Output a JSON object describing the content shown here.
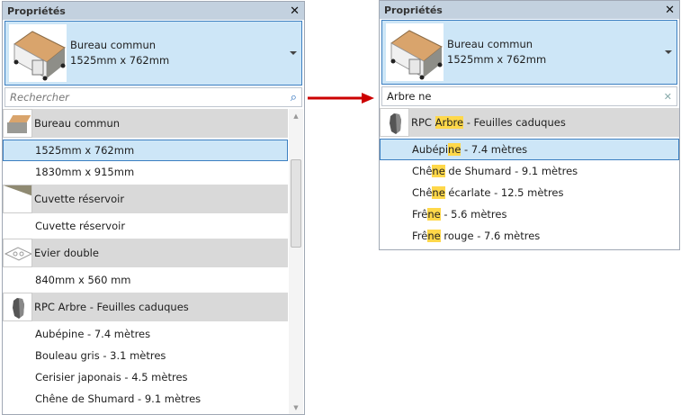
{
  "left": {
    "title": "Propriétés",
    "preview": {
      "name": "Bureau commun",
      "size": "1525mm x 762mm"
    },
    "search": {
      "placeholder": "Rechercher",
      "value": ""
    },
    "rows": [
      {
        "type": "group",
        "label": "Bureau commun",
        "icon": "desk"
      },
      {
        "type": "item",
        "label": "1525mm x 762mm",
        "selected": true
      },
      {
        "type": "item",
        "label": "1830mm x 915mm"
      },
      {
        "type": "group",
        "label": "Cuvette réservoir",
        "icon": "toilet"
      },
      {
        "type": "item",
        "label": "Cuvette réservoir"
      },
      {
        "type": "group",
        "label": "Evier double",
        "icon": "sink"
      },
      {
        "type": "item",
        "label": "840mm x 560 mm"
      },
      {
        "type": "group",
        "label": "RPC Arbre - Feuilles caduques",
        "icon": "tree"
      },
      {
        "type": "item",
        "label": "Aubépine - 7.4 mètres"
      },
      {
        "type": "item",
        "label": "Bouleau gris - 3.1 mètres"
      },
      {
        "type": "item",
        "label": "Cerisier japonais - 4.5 mètres"
      },
      {
        "type": "item",
        "label": "Chêne de Shumard - 9.1 mètres"
      }
    ]
  },
  "right": {
    "title": "Propriétés",
    "preview": {
      "name": "Bureau commun",
      "size": "1525mm x 762mm"
    },
    "search": {
      "value": "Arbre ne"
    },
    "rows": [
      {
        "type": "group",
        "icon": "tree",
        "parts": [
          [
            "RPC ",
            false
          ],
          [
            "Arbre",
            true
          ],
          [
            " - Feuilles caduques",
            false
          ]
        ]
      },
      {
        "type": "item",
        "selected": true,
        "parts": [
          [
            "Aubépi",
            false
          ],
          [
            "ne",
            true
          ],
          [
            " - 7.4 mètres",
            false
          ]
        ]
      },
      {
        "type": "item",
        "parts": [
          [
            "Chê",
            false
          ],
          [
            "ne",
            true
          ],
          [
            " de Shumard - 9.1 mètres",
            false
          ]
        ]
      },
      {
        "type": "item",
        "parts": [
          [
            "Chê",
            false
          ],
          [
            "ne",
            true
          ],
          [
            " écarlate - 12.5 mètres",
            false
          ]
        ]
      },
      {
        "type": "item",
        "parts": [
          [
            "Frê",
            false
          ],
          [
            "ne",
            true
          ],
          [
            " - 5.6 mètres",
            false
          ]
        ]
      },
      {
        "type": "item",
        "parts": [
          [
            "Frê",
            false
          ],
          [
            "ne",
            true
          ],
          [
            " rouge - 7.6 mètres",
            false
          ]
        ]
      }
    ]
  },
  "colors": {
    "highlight": "#ffd84a",
    "selection": "#cde6f7",
    "arrow": "#cc0000"
  }
}
